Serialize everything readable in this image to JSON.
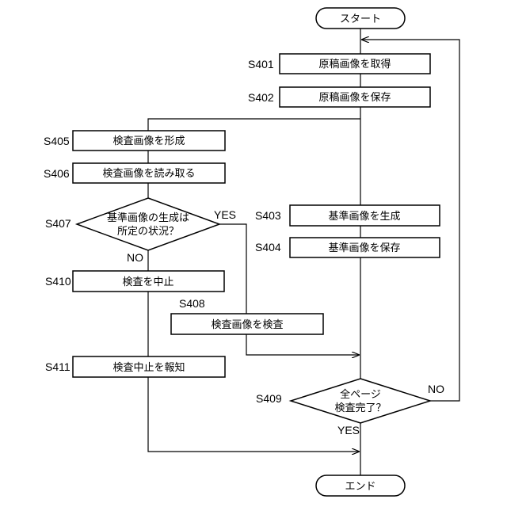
{
  "terminals": {
    "start": "スタート",
    "end": "エンド"
  },
  "steps": {
    "s401": {
      "id": "S401",
      "text": "原稿画像を取得"
    },
    "s402": {
      "id": "S402",
      "text": "原稿画像を保存"
    },
    "s405": {
      "id": "S405",
      "text": "検査画像を形成"
    },
    "s406": {
      "id": "S406",
      "text": "検査画像を読み取る"
    },
    "s407": {
      "id": "S407",
      "line1": "基準画像の生成は",
      "line2": "所定の状況？"
    },
    "s403": {
      "id": "S403",
      "text": "基準画像を生成"
    },
    "s404": {
      "id": "S404",
      "text": "基準画像を保存"
    },
    "s410": {
      "id": "S410",
      "text": "検査を中止"
    },
    "s408": {
      "id": "S408",
      "text": "検査画像を検査"
    },
    "s411": {
      "id": "S411",
      "text": "検査中止を報知"
    },
    "s409": {
      "id": "S409",
      "line1": "全ページ",
      "line2": "検査完了？"
    }
  },
  "branches": {
    "s407_yes": "YES",
    "s407_no": "NO",
    "s409_yes": "YES",
    "s409_no": "NO"
  }
}
